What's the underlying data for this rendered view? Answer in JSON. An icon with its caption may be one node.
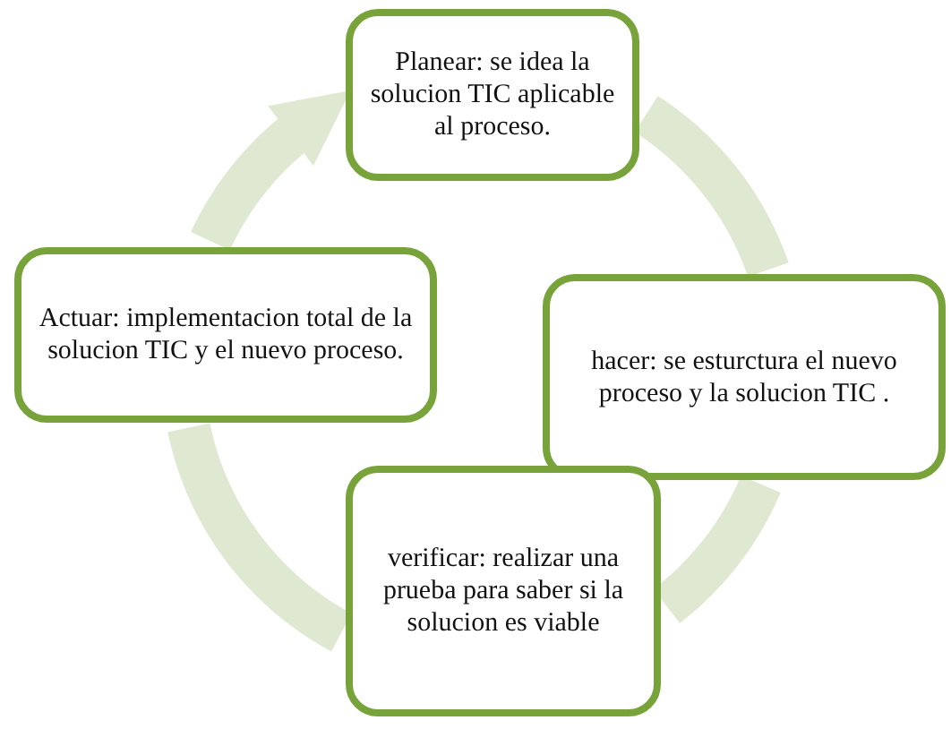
{
  "diagram": {
    "nodes": [
      {
        "text": [
          "Planear: se idea la solucion TIC aplicable al proceso."
        ]
      },
      {
        "text": [
          "hacer: se esturctura el nuevo proceso y la solucion TIC ."
        ]
      },
      {
        "text": [
          "verificar:  realizar una prueba para saber si la solucion es viable"
        ]
      },
      {
        "text": [
          "Actuar: implementacion total de la solucion TIC y el nuevo proceso."
        ]
      }
    ],
    "edges": [
      {
        "from": 0,
        "to": 1,
        "arrow": "none"
      },
      {
        "from": 1,
        "to": 2,
        "arrow": "none"
      },
      {
        "from": 2,
        "to": 3,
        "arrow": "none"
      },
      {
        "from": 3,
        "to": 0,
        "arrow": "to"
      }
    ]
  }
}
